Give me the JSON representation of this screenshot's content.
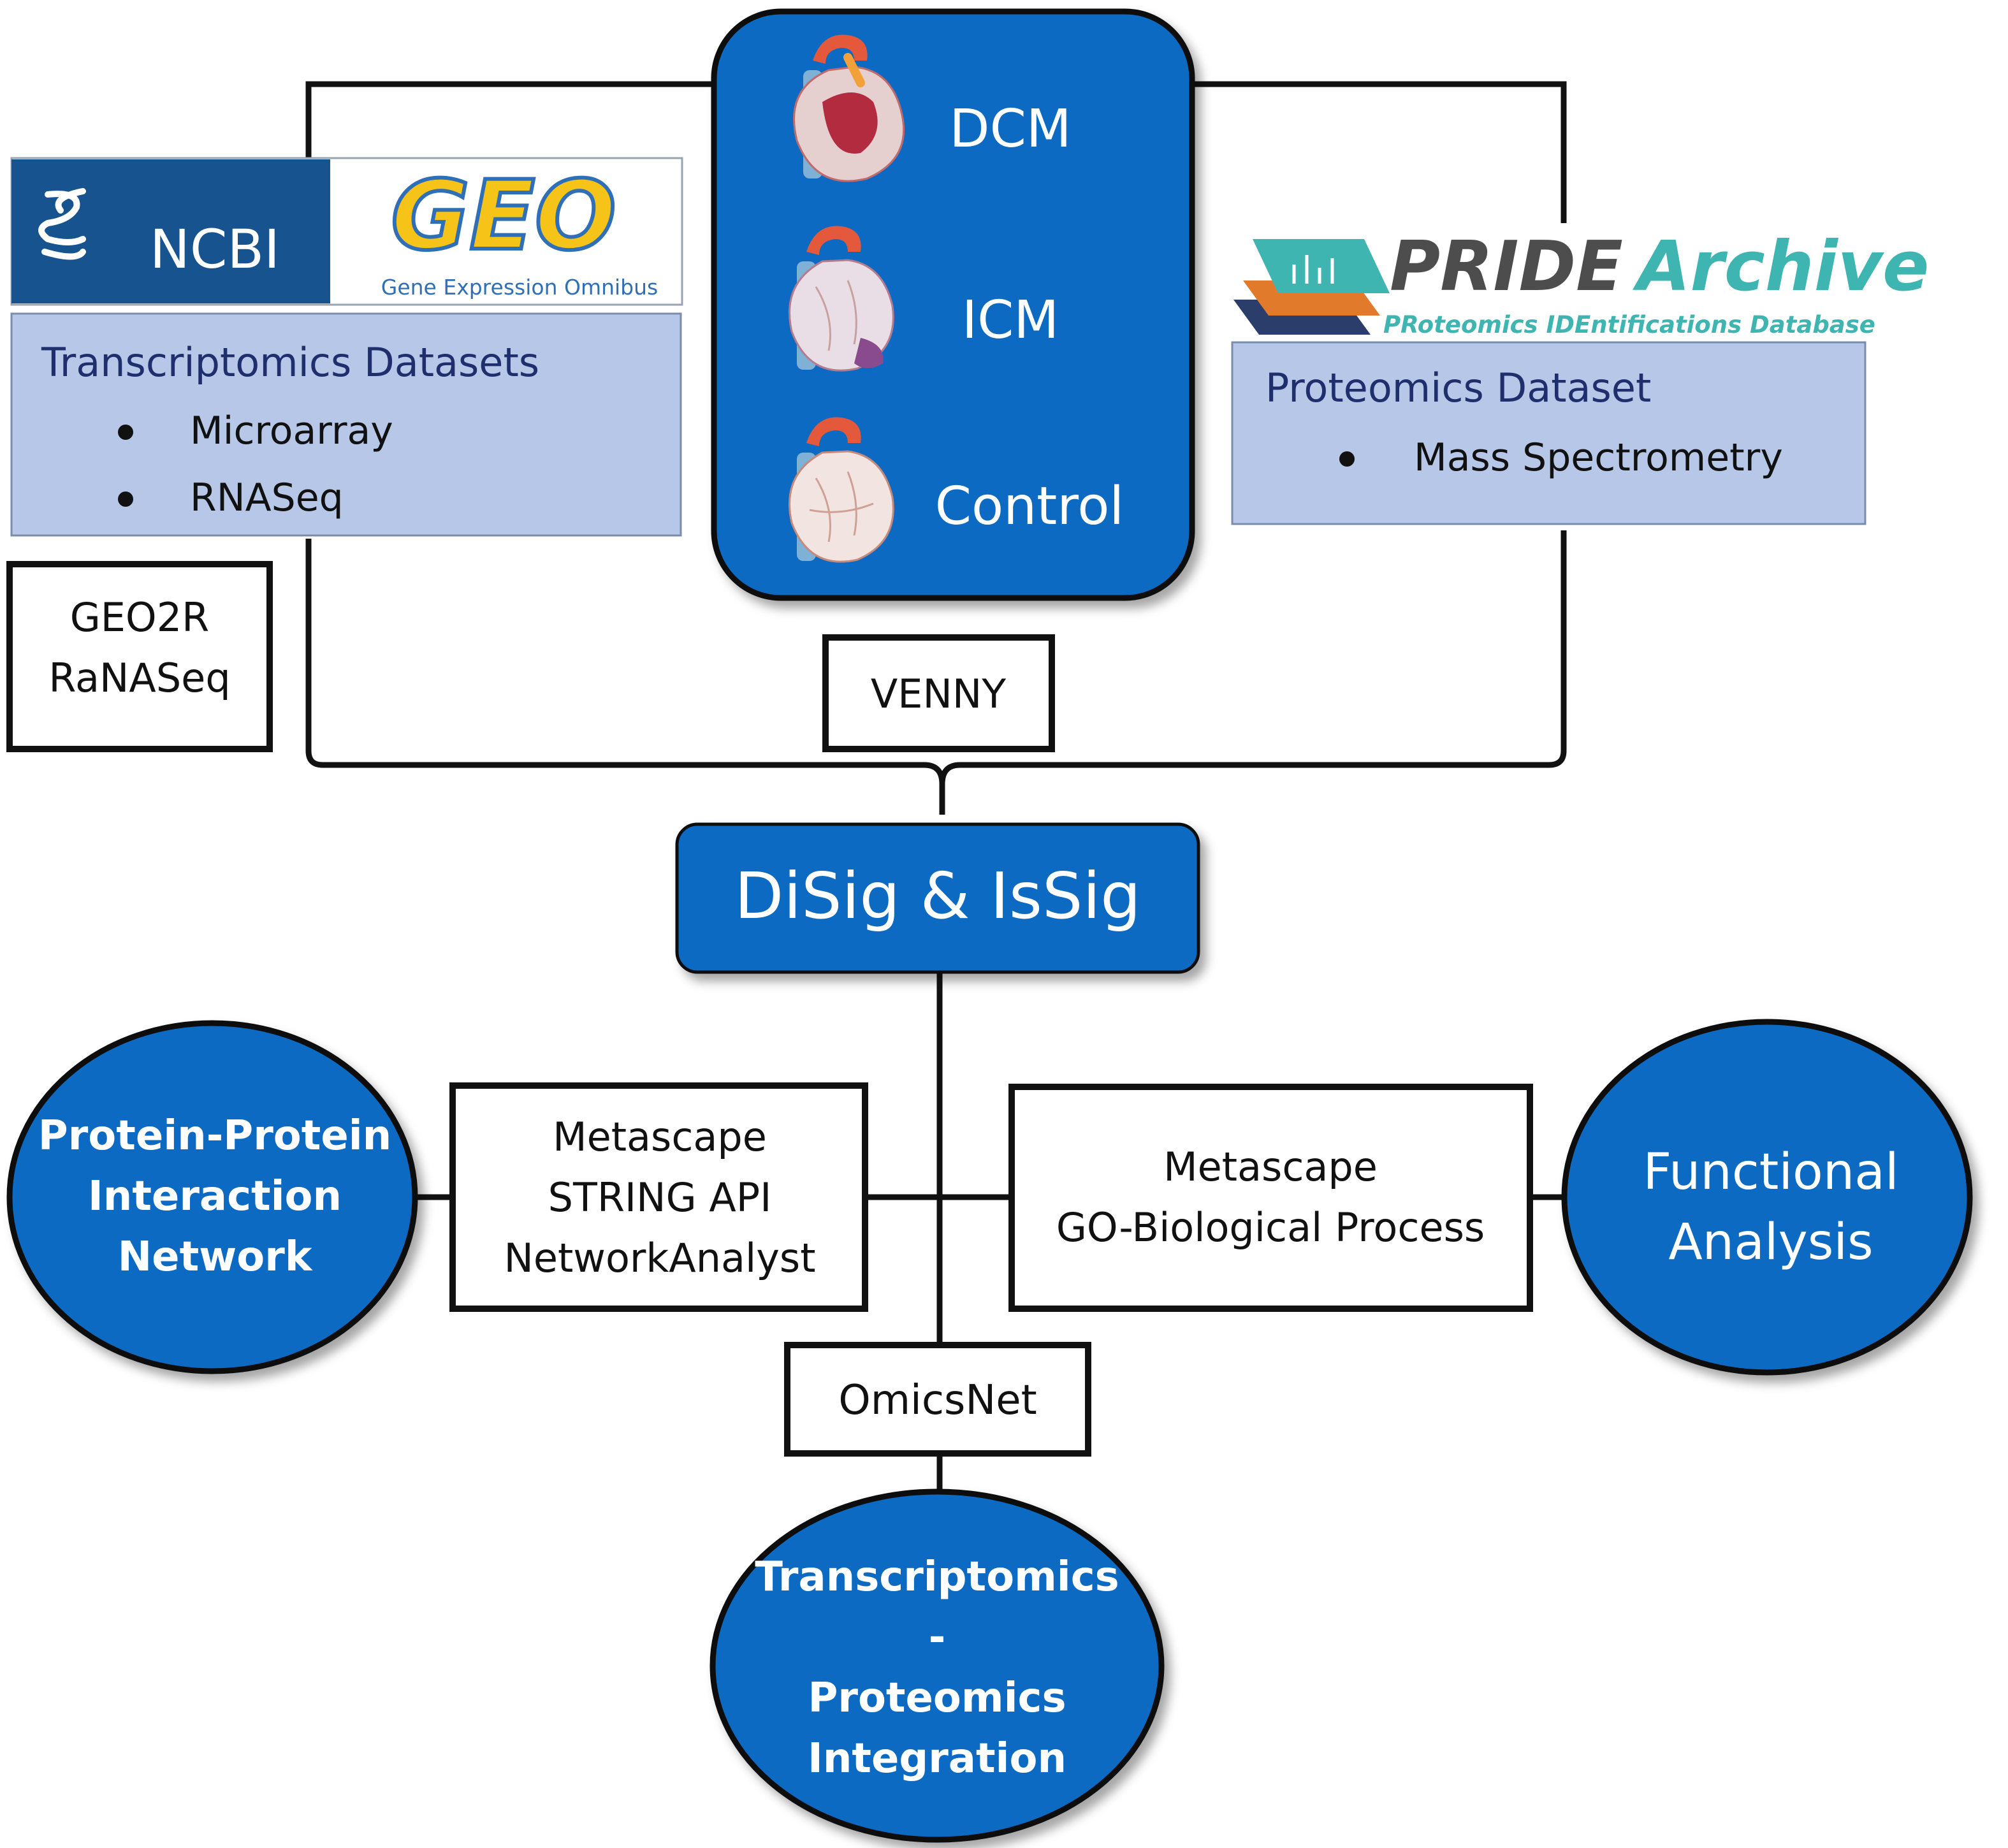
{
  "colors": {
    "blue": "#0a6ac2",
    "blue_dark": "#053f78",
    "panel_bg": "#b6c7e7",
    "panel_border": "#7b8bad",
    "navy_text": "#1f2f6e",
    "ncbi_bg": "#17548f",
    "geo_yellow": "#f6c418",
    "geo_blue": "#2f6fb8",
    "pride_dark": "#4d4d4d",
    "pride_teal": "#3fb5b2",
    "pride_orange": "#e27a2b",
    "pride_navy": "#2b3d6b",
    "line": "#111111",
    "white": "#ffffff"
  },
  "conditions": {
    "items": [
      {
        "label": "DCM",
        "icon": "heart-dcm-icon"
      },
      {
        "label": "ICM",
        "icon": "heart-icm-icon"
      },
      {
        "label": "Control",
        "icon": "heart-control-icon"
      }
    ]
  },
  "ncbi_logo": {
    "text": "NCBI"
  },
  "geo_logo": {
    "text": "GEO",
    "subtitle": "Gene Expression Omnibus"
  },
  "pride_logo": {
    "title_a": "PRIDE",
    "title_b": "Archive",
    "subtitle": "PRoteomics IDEntifications Database"
  },
  "transcriptomics": {
    "title": "Transcriptomics Datasets",
    "items": [
      "Microarray",
      "RNASeq"
    ]
  },
  "geo2r": {
    "lines": [
      "GEO2R",
      "RaNASeq"
    ]
  },
  "proteomics": {
    "title": "Proteomics Dataset",
    "items": [
      "Mass Spectrometry"
    ]
  },
  "venny": {
    "label": "VENNY"
  },
  "disig": {
    "label": "DiSig & IsSig"
  },
  "ppi": {
    "lines": [
      "Protein-Protein",
      "Interaction",
      "Network"
    ]
  },
  "ppi_tools": {
    "lines": [
      "Metascape",
      "STRING API",
      "NetworkAnalyst"
    ]
  },
  "func_tools": {
    "lines": [
      "Metascape",
      "GO-Biological Process"
    ]
  },
  "functional": {
    "lines": [
      "Functional",
      "Analysis"
    ]
  },
  "omicsnet": {
    "label": "OmicsNet"
  },
  "integration": {
    "lines": [
      "Transcriptomics",
      "-",
      "Proteomics",
      "Integration"
    ]
  }
}
